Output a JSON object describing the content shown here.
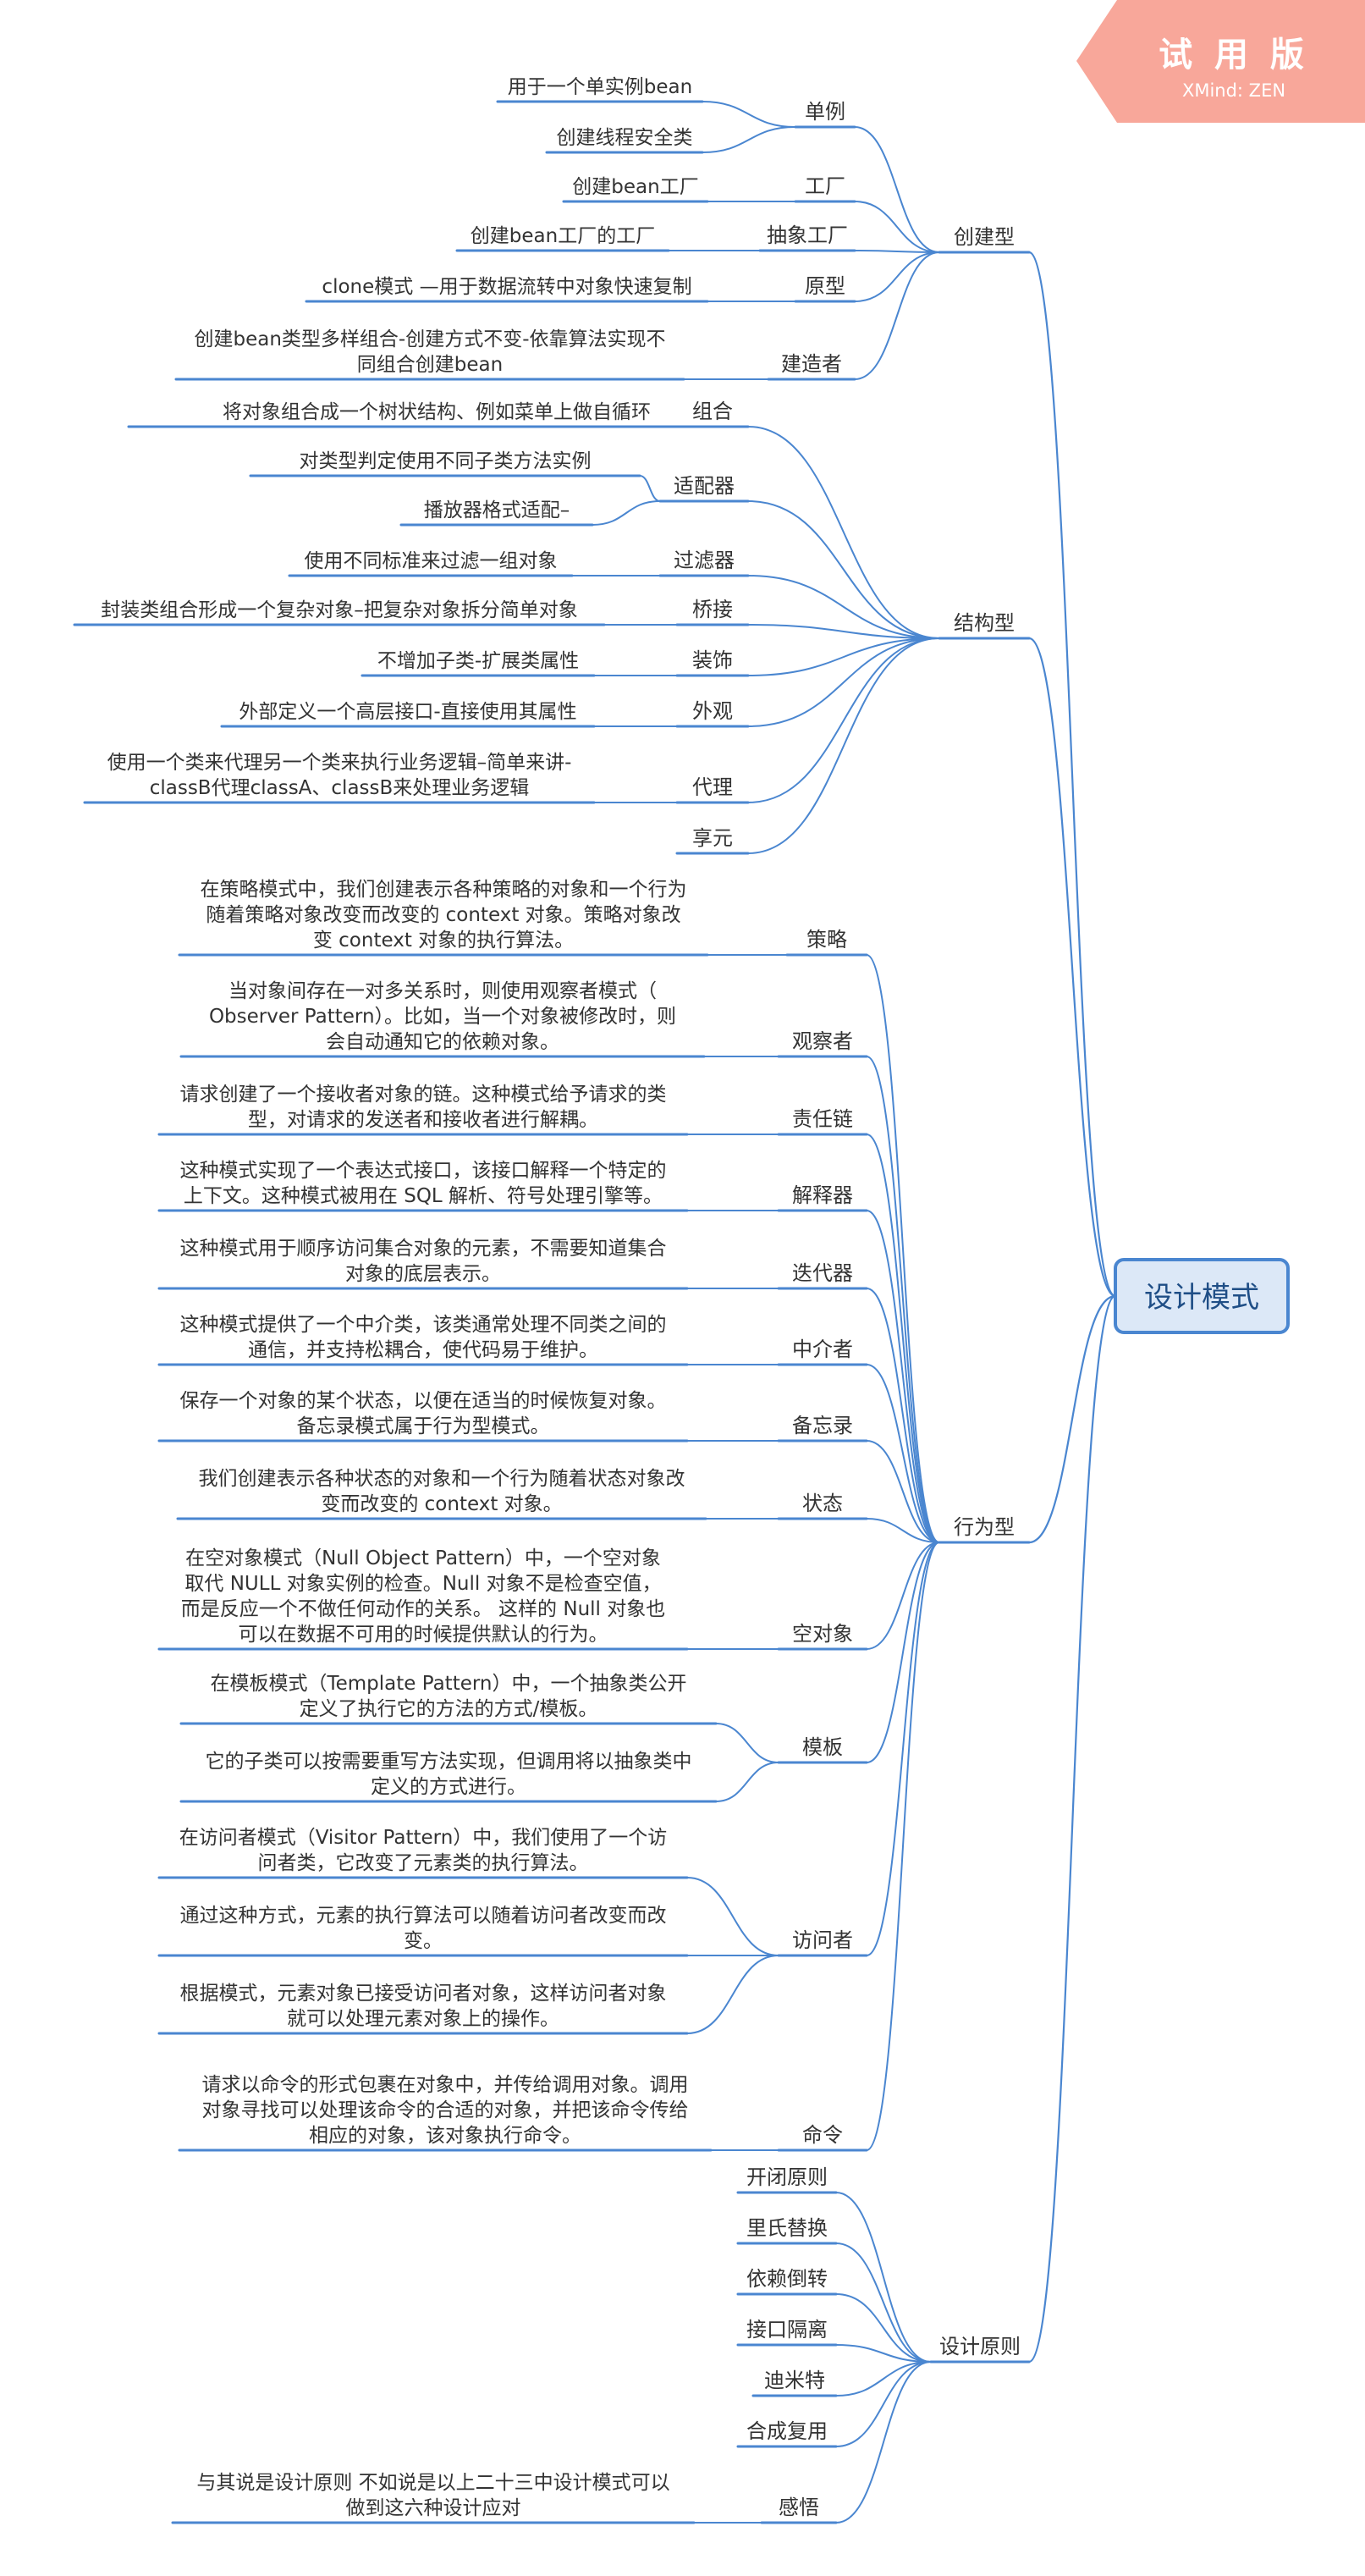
{
  "badge": {
    "title": "试 用 版",
    "subtitle": "XMind: ZEN",
    "color": "#f8a79a"
  },
  "colors": {
    "line": "#4a86d0",
    "root_fill": "#dce8f7",
    "root_border": "#4a86d0",
    "text": "#333333"
  },
  "root": {
    "label": "设计模式"
  },
  "branches": [
    {
      "id": "create",
      "label": "创建型",
      "children": [
        {
          "label": "单例",
          "leaves": [
            [
              "用于一个单实例bean"
            ],
            [
              "创建线程安全类"
            ]
          ]
        },
        {
          "label": "工厂",
          "leaves": [
            [
              "创建bean工厂"
            ]
          ]
        },
        {
          "label": "抽象工厂",
          "leaves": [
            [
              "创建bean工厂的工厂"
            ]
          ]
        },
        {
          "label": "原型",
          "leaves": [
            [
              "clone模式 —用于数据流转中对象快速复制"
            ]
          ]
        },
        {
          "label": "建造者",
          "leaves": [
            [
              "创建bean类型多样组合-创建方式不变-依靠算法实现不",
              "同组合创建bean"
            ]
          ]
        }
      ]
    },
    {
      "id": "struct",
      "label": "结构型",
      "children": [
        {
          "label": "组合",
          "leaves": [
            [
              "将对象组合成一个树状结构、例如菜单上做自循环"
            ]
          ]
        },
        {
          "label": "适配器",
          "leaves": [
            [
              "对类型判定使用不同子类方法实例"
            ],
            [
              "播放器格式适配–"
            ]
          ]
        },
        {
          "label": "过滤器",
          "leaves": [
            [
              "使用不同标准来过滤一组对象"
            ]
          ]
        },
        {
          "label": "桥接",
          "leaves": [
            [
              "封装类组合形成一个复杂对象–把复杂对象拆分简单对象"
            ]
          ]
        },
        {
          "label": "装饰",
          "leaves": [
            [
              "不增加子类-扩展类属性"
            ]
          ]
        },
        {
          "label": "外观",
          "leaves": [
            [
              "外部定义一个高层接口-直接使用其属性"
            ]
          ]
        },
        {
          "label": "代理",
          "leaves": [
            [
              "使用一个类来代理另一个类来执行业务逻辑–简单来讲-",
              "classB代理classA、classB来处理业务逻辑"
            ]
          ]
        },
        {
          "label": "享元",
          "leaves": []
        }
      ]
    },
    {
      "id": "behavior",
      "label": "行为型",
      "children": [
        {
          "label": "策略",
          "leaves": [
            [
              "在策略模式中，我们创建表示各种策略的对象和一个行为",
              "随着策略对象改变而改变的 context 对象。策略对象改",
              "变 context 对象的执行算法。"
            ]
          ]
        },
        {
          "label": "观察者",
          "leaves": [
            [
              "当对象间存在一对多关系时，则使用观察者模式（",
              "Observer Pattern）。比如，当一个对象被修改时，则",
              "会自动通知它的依赖对象。"
            ]
          ]
        },
        {
          "label": "责任链",
          "leaves": [
            [
              "请求创建了一个接收者对象的链。这种模式给予请求的类",
              "型，对请求的发送者和接收者进行解耦。"
            ]
          ]
        },
        {
          "label": "解释器",
          "leaves": [
            [
              "这种模式实现了一个表达式接口，该接口解释一个特定的",
              "上下文。这种模式被用在 SQL 解析、符号处理引擎等。"
            ]
          ]
        },
        {
          "label": "迭代器",
          "leaves": [
            [
              "这种模式用于顺序访问集合对象的元素，不需要知道集合",
              "对象的底层表示。"
            ]
          ]
        },
        {
          "label": "中介者",
          "leaves": [
            [
              "这种模式提供了一个中介类，该类通常处理不同类之间的",
              "通信，并支持松耦合，使代码易于维护。"
            ]
          ]
        },
        {
          "label": "备忘录",
          "leaves": [
            [
              "保存一个对象的某个状态，以便在适当的时候恢复对象。",
              "备忘录模式属于行为型模式。"
            ]
          ]
        },
        {
          "label": "状态",
          "leaves": [
            [
              "我们创建表示各种状态的对象和一个行为随着状态对象改",
              "变而改变的 context 对象。"
            ]
          ]
        },
        {
          "label": "空对象",
          "leaves": [
            [
              "在空对象模式（Null Object Pattern）中，一个空对象",
              "取代 NULL 对象实例的检查。Null 对象不是检查空值，",
              "而是反应一个不做任何动作的关系。 这样的 Null 对象也",
              "可以在数据不可用的时候提供默认的行为。"
            ]
          ]
        },
        {
          "label": "模板",
          "leaves": [
            [
              "在模板模式（Template Pattern）中，一个抽象类公开",
              "定义了执行它的方法的方式/模板。"
            ],
            [
              "它的子类可以按需要重写方法实现，但调用将以抽象类中",
              "定义的方式进行。"
            ]
          ]
        },
        {
          "label": "访问者",
          "leaves": [
            [
              "在访问者模式（Visitor Pattern）中，我们使用了一个访",
              "问者类，它改变了元素类的执行算法。"
            ],
            [
              "通过这种方式，元素的执行算法可以随着访问者改变而改",
              "变。"
            ],
            [
              "根据模式，元素对象已接受访问者对象，这样访问者对象",
              "就可以处理元素对象上的操作。"
            ]
          ]
        },
        {
          "label": "命令",
          "leaves": [
            [
              "请求以命令的形式包裹在对象中，并传给调用对象。调用",
              "对象寻找可以处理该命令的合适的对象，并把该命令传给",
              "相应的对象，该对象执行命令。"
            ]
          ]
        }
      ]
    },
    {
      "id": "principle",
      "label": "设计原则",
      "children": [
        {
          "label": "开闭原则",
          "leaves": []
        },
        {
          "label": "里氏替换",
          "leaves": []
        },
        {
          "label": "依赖倒转",
          "leaves": []
        },
        {
          "label": "接口隔离",
          "leaves": []
        },
        {
          "label": "迪米特",
          "leaves": []
        },
        {
          "label": "合成复用",
          "leaves": []
        },
        {
          "label": "感悟",
          "leaves": [
            [
              "与其说是设计原则 不如说是以上二十三中设计模式可以",
              "做到这六种设计应对"
            ]
          ]
        }
      ]
    }
  ]
}
